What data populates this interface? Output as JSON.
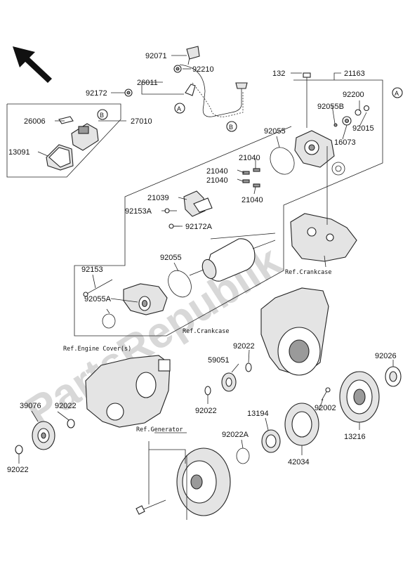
{
  "watermark": "PartsRepublik",
  "callouts": {
    "A": "A",
    "B": "B"
  },
  "parts": {
    "p92071": "92071",
    "p92210": "92210",
    "p26011": "26011",
    "p92172": "92172",
    "p26006": "26006",
    "p27010": "27010",
    "p13091": "13091",
    "p132": "132",
    "p21163": "21163",
    "p92200": "92200",
    "p92055B": "92055B",
    "p92015": "92015",
    "p16073": "16073",
    "p92055_top": "92055",
    "p21040_a": "21040",
    "p21040_b": "21040",
    "p21040_c": "21040",
    "p21040_d": "21040",
    "p21039": "21039",
    "p92153A": "92153A",
    "p92172A": "92172A",
    "p92055_mid": "92055",
    "p92153": "92153",
    "p92055A": "92055A",
    "p92022_a": "92022",
    "p59051": "59051",
    "p92026": "92026",
    "p39076": "39076",
    "p92022_b": "92022",
    "p92022_c": "92022",
    "p13194": "13194",
    "p92002": "92002",
    "p92022A": "92022A",
    "p13216": "13216",
    "p42034": "42034",
    "p92022_d": "92022"
  },
  "references": {
    "crankcase_right": "Ref.Crankcase",
    "crankcase_left": "Ref.Crankcase",
    "engine_cover": "Ref.Engine Cover(s)",
    "generator": "Ref.Generator"
  }
}
